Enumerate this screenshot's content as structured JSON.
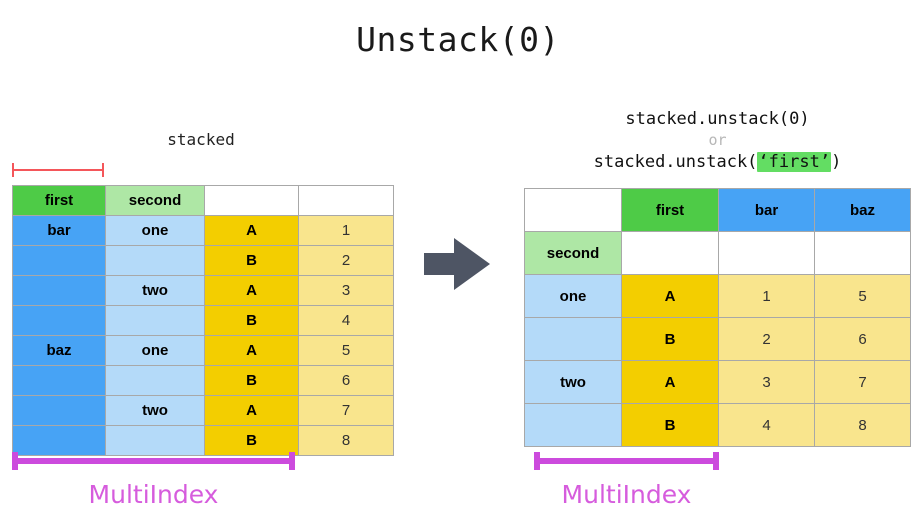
{
  "title": "Unstack(0)",
  "colors": {
    "header_green": "#4ecb47",
    "header_light_green": "#aee7a5",
    "blue": "#47a3f5",
    "light_blue": "#b4daf9",
    "gold": "#f3ce00",
    "light_yellow": "#f9e58d",
    "red_bracket": "#f4565a",
    "purple_bracket": "#cc4bdd",
    "arrow": "#4e5564",
    "highlight_green": "#63dd63"
  },
  "left": {
    "caption": "stacked",
    "multiindex_label": "MultiIndex",
    "header": [
      "first",
      "second",
      "",
      ""
    ],
    "rows": [
      {
        "first": "bar",
        "second": "one",
        "ab": "A",
        "value": "1"
      },
      {
        "first": "",
        "second": "",
        "ab": "B",
        "value": "2"
      },
      {
        "first": "",
        "second": "two",
        "ab": "A",
        "value": "3"
      },
      {
        "first": "",
        "second": "",
        "ab": "B",
        "value": "4"
      },
      {
        "first": "baz",
        "second": "one",
        "ab": "A",
        "value": "5"
      },
      {
        "first": "",
        "second": "",
        "ab": "B",
        "value": "6"
      },
      {
        "first": "",
        "second": "two",
        "ab": "A",
        "value": "7"
      },
      {
        "first": "",
        "second": "",
        "ab": "B",
        "value": "8"
      }
    ]
  },
  "right": {
    "code_line1": "stacked.unstack(0)",
    "code_or": "or",
    "code_line3_prefix": "stacked.unstack(",
    "code_line3_highlight": "‘first’",
    "code_line3_suffix": ")",
    "multiindex_label": "MultiIndex",
    "header_row1": [
      "",
      "first",
      "bar",
      "baz"
    ],
    "header_row2": [
      "second",
      "",
      "",
      ""
    ],
    "rows": [
      {
        "second": "one",
        "ab": "A",
        "bar": "1",
        "baz": "5"
      },
      {
        "second": "",
        "ab": "B",
        "bar": "2",
        "baz": "6"
      },
      {
        "second": "two",
        "ab": "A",
        "bar": "3",
        "baz": "7"
      },
      {
        "second": "",
        "ab": "B",
        "bar": "4",
        "baz": "8"
      }
    ]
  },
  "arrow_label": "transform-arrow"
}
